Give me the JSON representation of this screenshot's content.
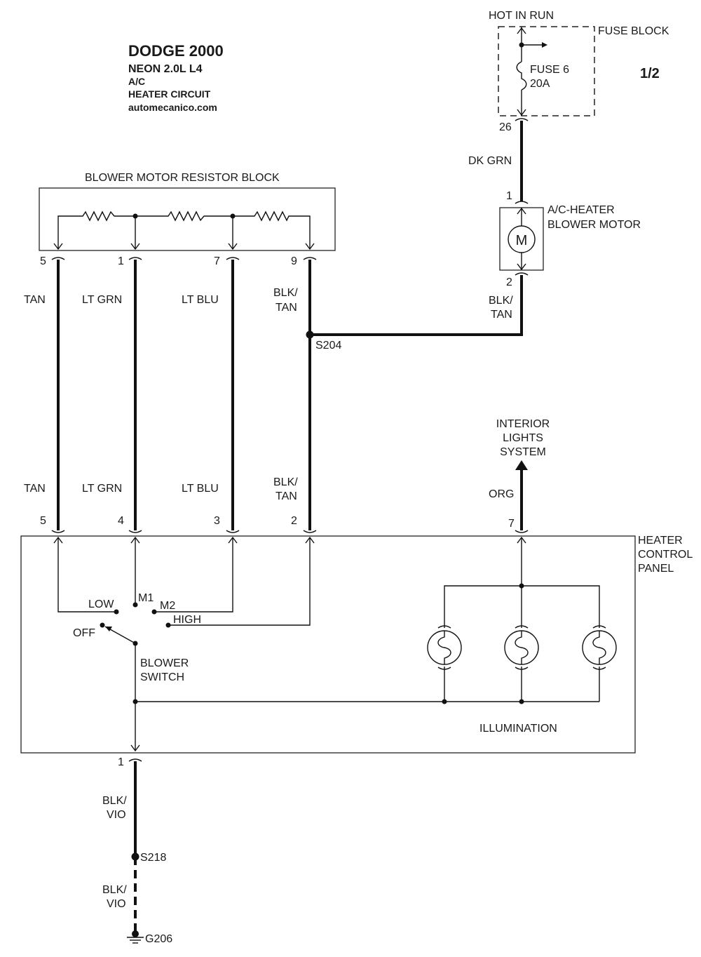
{
  "header": {
    "title": "DODGE 2000",
    "model": "NEON  2.0L  L4",
    "system": "A/C",
    "circuit": "HEATER CIRCUIT",
    "site": "automecanico.com",
    "page": "1/2"
  },
  "fuse_block": {
    "hot_label": "HOT IN RUN",
    "title": "FUSE BLOCK",
    "fuse_name": "FUSE 6",
    "fuse_rating": "20A",
    "pin": "26"
  },
  "wires": {
    "dk_grn": "DK GRN",
    "tan": "TAN",
    "lt_grn": "LT GRN",
    "lt_blu": "LT BLU",
    "blk_tan_1": "BLK/",
    "blk_tan_2": "TAN",
    "org": "ORG",
    "blk_vio_1": "BLK/",
    "blk_vio_2": "VIO"
  },
  "blower_motor": {
    "title_1": "A/C-HEATER",
    "title_2": "BLOWER MOTOR",
    "symbol": "M",
    "pin_top": "1",
    "pin_bottom": "2"
  },
  "resistor_block": {
    "title": "BLOWER MOTOR RESISTOR BLOCK",
    "pins": [
      "5",
      "1",
      "7",
      "9"
    ]
  },
  "splices": {
    "s204": "S204",
    "s218": "S218",
    "g206": "G206"
  },
  "interior_lights": {
    "line1": "INTERIOR",
    "line2": "LIGHTS",
    "line3": "SYSTEM"
  },
  "heater_panel": {
    "title_1": "HEATER",
    "title_2": "CONTROL",
    "title_3": "PANEL",
    "pins": [
      "5",
      "4",
      "3",
      "2"
    ],
    "pin_org": "7",
    "pin_ground": "1"
  },
  "blower_switch": {
    "low": "LOW",
    "m1": "M1",
    "m2": "M2",
    "high": "HIGH",
    "off": "OFF",
    "title_1": "BLOWER",
    "title_2": "SWITCH"
  },
  "illumination": {
    "label": "ILLUMINATION"
  }
}
